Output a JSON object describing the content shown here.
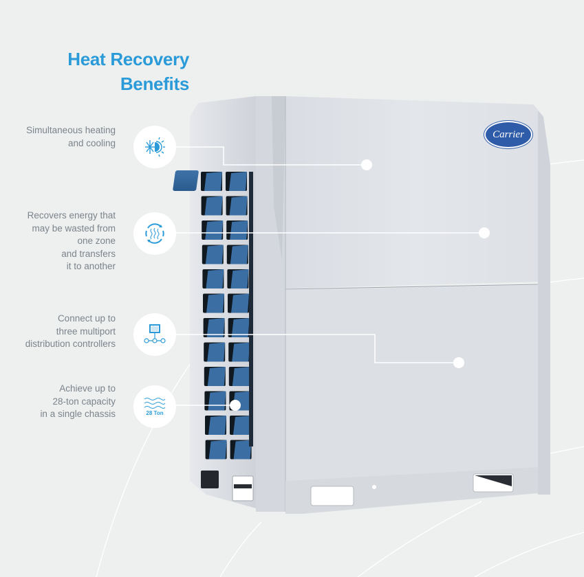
{
  "title": {
    "line1": "Heat Recovery",
    "line2": "Benefits"
  },
  "brand": {
    "logo_text": "Carrier",
    "accent_color": "#2a9bd8",
    "logo_color": "#2f5ca8"
  },
  "features": [
    {
      "lines": [
        "Simultaneous heating",
        "and cooling"
      ],
      "icon": "heat-cool-icon"
    },
    {
      "lines": [
        "Recovers energy that",
        "may be wasted from",
        "one zone",
        "and transfers",
        "it to another"
      ],
      "icon": "energy-recovery-icon"
    },
    {
      "lines": [
        "Connect up to",
        "three multiport",
        "distribution controllers"
      ],
      "icon": "network-controller-icon"
    },
    {
      "lines": [
        "Achieve up to",
        "28-ton capacity",
        "in a single chassis"
      ],
      "icon": "capacity-waves-icon",
      "icon_label": "28 Ton"
    }
  ]
}
